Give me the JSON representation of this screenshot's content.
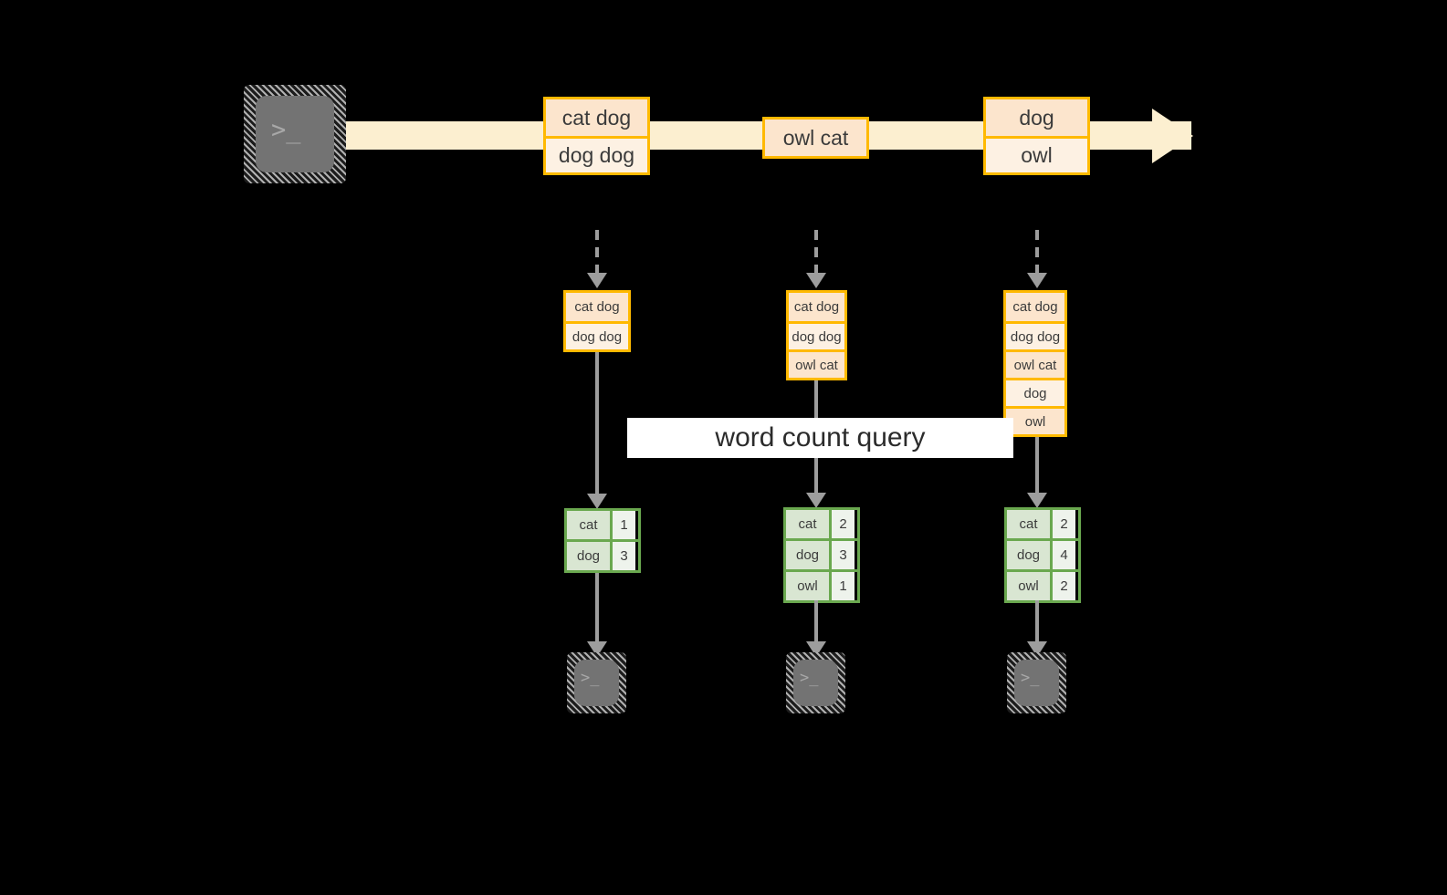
{
  "diagram": {
    "title_label": "word count query",
    "colors": {
      "background": "#000000",
      "event_border": "#ffb900",
      "event_fill_dark": "#fce5cd",
      "event_fill_light": "#fdf1e3",
      "stream_band": "#fcefd0",
      "result_border": "#6aa84f",
      "result_key_fill": "#d9e6d2",
      "result_val_fill": "#eef3ec",
      "arrow": "#9d9d9d",
      "terminal_face": "#737373",
      "label_fill": "#ffffff"
    },
    "terminal_glyph": ">_",
    "source_terminal": {
      "name": "source-terminal"
    },
    "stream": {
      "events": [
        {
          "lines": [
            "cat dog",
            "dog dog"
          ]
        },
        {
          "lines": [
            "owl cat"
          ]
        },
        {
          "lines": [
            "dog",
            "owl"
          ]
        }
      ]
    },
    "columns": [
      {
        "accumulated": [
          "cat dog",
          "dog dog"
        ],
        "results": [
          {
            "key": "cat",
            "value": "1"
          },
          {
            "key": "dog",
            "value": "3"
          }
        ]
      },
      {
        "accumulated": [
          "cat dog",
          "dog dog",
          "owl cat"
        ],
        "results": [
          {
            "key": "cat",
            "value": "2"
          },
          {
            "key": "dog",
            "value": "3"
          },
          {
            "key": "owl",
            "value": "1"
          }
        ]
      },
      {
        "accumulated": [
          "cat dog",
          "dog dog",
          "owl cat",
          "dog",
          "owl"
        ],
        "results": [
          {
            "key": "cat",
            "value": "2"
          },
          {
            "key": "dog",
            "value": "4"
          },
          {
            "key": "owl",
            "value": "2"
          }
        ]
      }
    ]
  }
}
